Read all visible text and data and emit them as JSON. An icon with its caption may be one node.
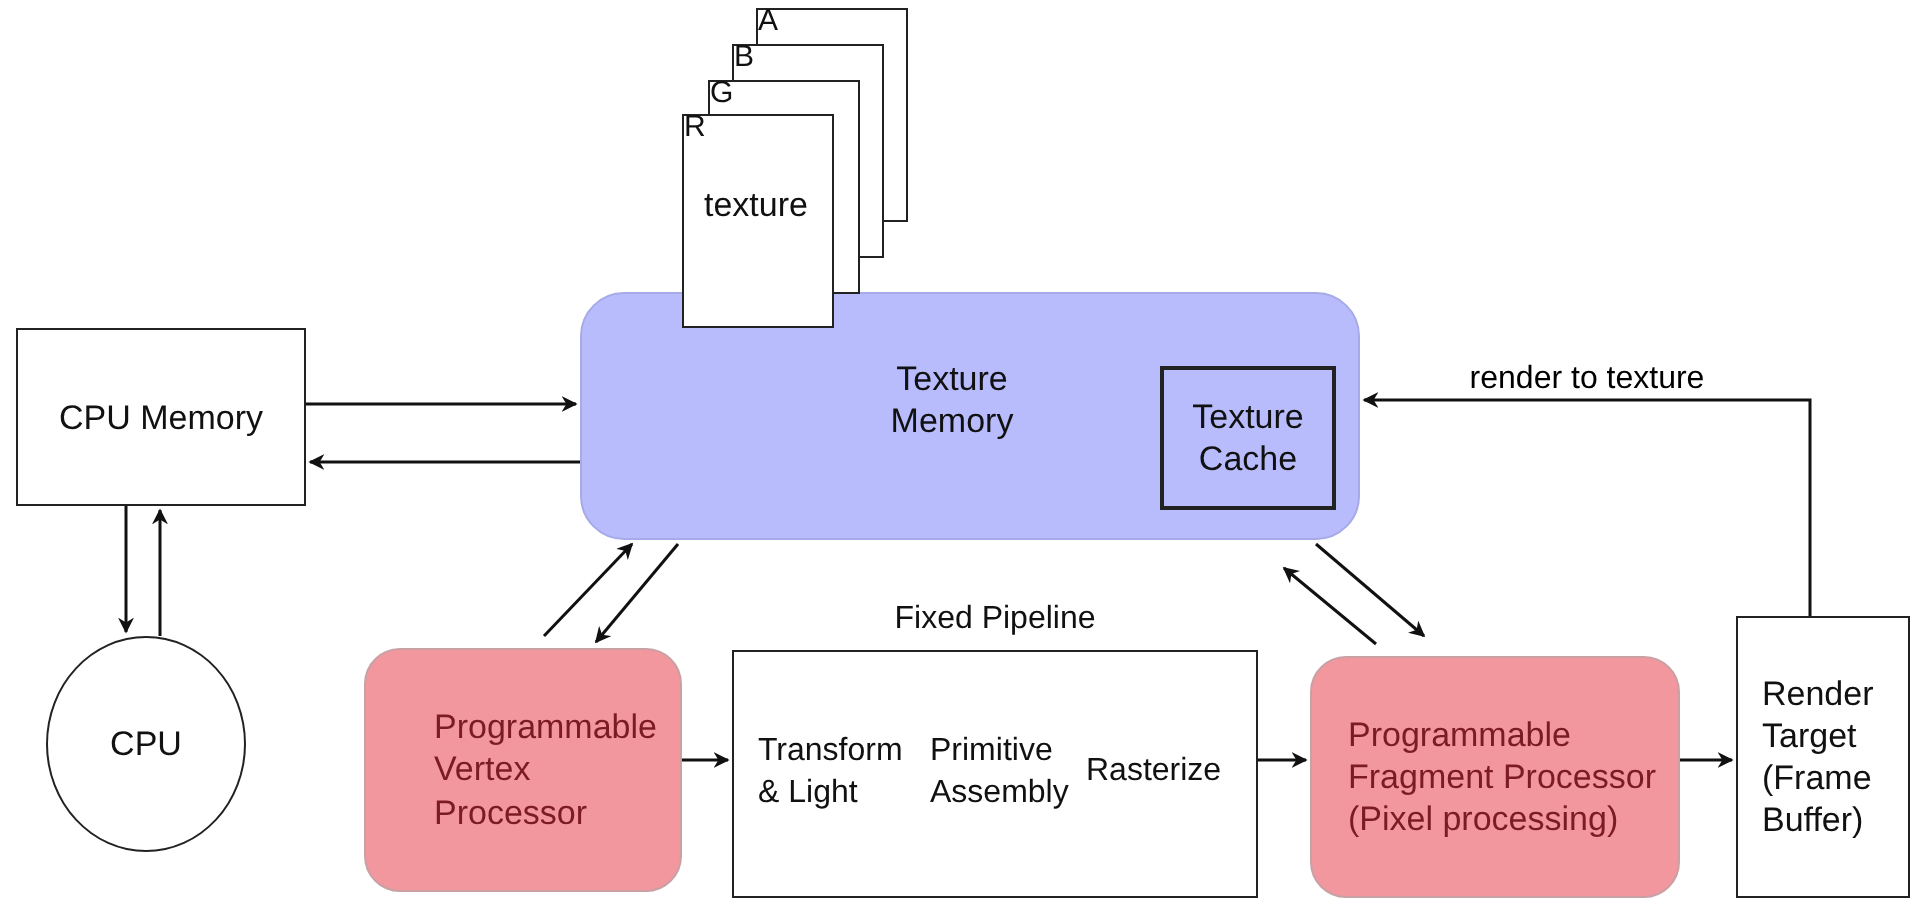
{
  "diagram": {
    "nodes": [
      {
        "text": [
          "CPU Memory"
        ]
      },
      {
        "text": [
          "CPU"
        ]
      },
      {
        "text": [
          "Texture Memory"
        ]
      },
      {
        "text": [
          "Texture Cache"
        ],
        "in": 2
      },
      {
        "text": [
          "A"
        ]
      },
      {
        "text": [
          "B"
        ]
      },
      {
        "text": [
          "G"
        ]
      },
      {
        "text": [
          "R",
          "texture"
        ]
      },
      {
        "text": [
          "Programmable Vertex Processor"
        ]
      },
      {
        "text": [
          "Fixed Pipeline",
          "Transform & Light",
          "Primitive Assembly",
          "Rasterize"
        ]
      },
      {
        "text": [
          "Programmable Fragment Processor (Pixel processing)"
        ]
      },
      {
        "text": [
          "Render Target (Frame Buffer)"
        ]
      }
    ],
    "edges": [
      {
        "from": 0,
        "to": 2,
        "arrow": "to"
      },
      {
        "from": 2,
        "to": 0,
        "arrow": "to"
      },
      {
        "from": 0,
        "to": 1,
        "arrow": "to"
      },
      {
        "from": 1,
        "to": 0,
        "arrow": "to"
      },
      {
        "from": 8,
        "to": 2,
        "arrow": "to"
      },
      {
        "from": 2,
        "to": 8,
        "arrow": "to"
      },
      {
        "from": 2,
        "to": 10,
        "arrow": "to"
      },
      {
        "from": 10,
        "to": 2,
        "arrow": "to"
      },
      {
        "from": 8,
        "to": 9,
        "arrow": "to"
      },
      {
        "from": 9,
        "to": 10,
        "arrow": "to"
      },
      {
        "from": 10,
        "to": 11,
        "arrow": "to"
      },
      {
        "from": 11,
        "to": 2,
        "arrow": "to",
        "label": "render to texture"
      }
    ]
  }
}
